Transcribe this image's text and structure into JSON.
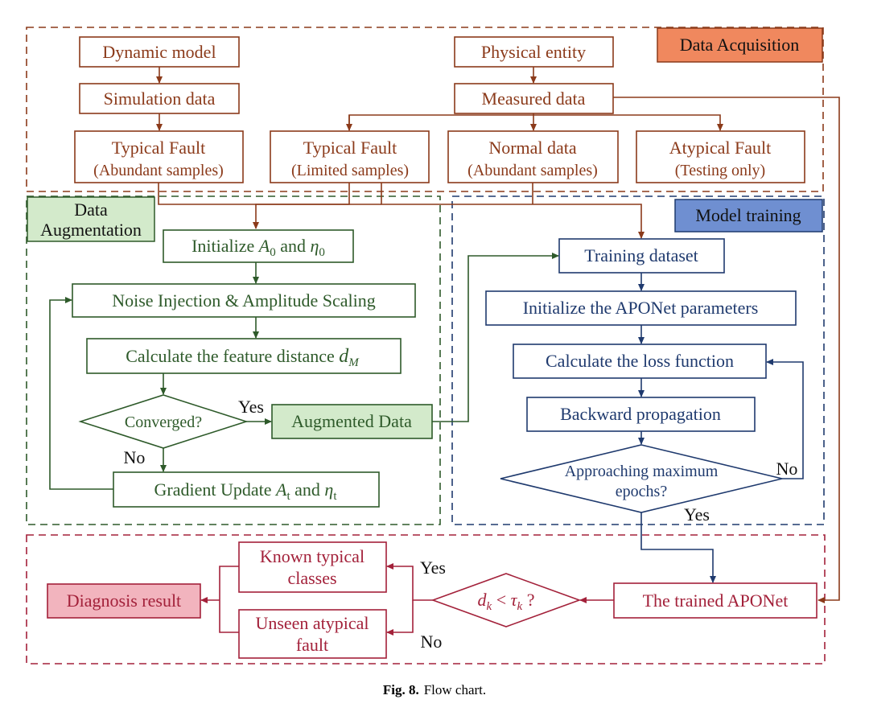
{
  "colors": {
    "acquisition": "#8B3A1A",
    "augmentation": "#2E5A2A",
    "training": "#1F3A6E",
    "diagnosis": "#A3213A",
    "acq_label_fill": "#F0885E",
    "aug_label_fill": "#D3EACB",
    "train_label_fill": "#6F8FD1",
    "diag_result_fill": "#F2B4BE"
  },
  "sections": {
    "acquisition": "Data Acquisition",
    "augmentation_line1": "Data",
    "augmentation_line2": "Augmentation",
    "training": "Model training"
  },
  "acquisition": {
    "dynamic_model": "Dynamic model",
    "simulation_data": "Simulation data",
    "physical_entity": "Physical entity",
    "measured_data": "Measured data",
    "typical_fault_sim_line1": "Typical Fault",
    "typical_fault_sim_line2": "(Abundant samples)",
    "typical_fault_meas_line1": "Typical Fault",
    "typical_fault_meas_line2": "(Limited samples)",
    "normal_line1": "Normal data",
    "normal_line2": "(Abundant samples)",
    "atypical_line1": "Atypical Fault",
    "atypical_line2": "(Testing only)"
  },
  "augmentation": {
    "init_prefix": "Initialize",
    "init_a": "A",
    "init_a_sub": "0",
    "init_and": "and",
    "init_eta": "η",
    "init_eta_sub": "0",
    "noise": "Noise Injection & Amplitude Scaling",
    "feature_prefix": "Calculate the feature distance",
    "feature_d": "d",
    "feature_sub": "M",
    "converged": "Converged?",
    "yes": "Yes",
    "no": "No",
    "augmented": "Augmented Data",
    "grad_prefix": "Gradient Update",
    "grad_a": "A",
    "grad_a_sub": "t",
    "grad_and": "and",
    "grad_eta": "η",
    "grad_eta_sub": "t"
  },
  "training": {
    "dataset": "Training dataset",
    "init_params": "Initialize the APONet parameters",
    "loss": "Calculate the loss function",
    "backward": "Backward propagation",
    "approach_line1": "Approaching maximum",
    "approach_line2": "epochs?",
    "yes": "Yes",
    "no": "No"
  },
  "diagnosis": {
    "trained": "The trained APONet",
    "cond_d": "d",
    "cond_d_sub": "k",
    "cond_lt": "<",
    "cond_tau": "τ",
    "cond_tau_sub": "k",
    "cond_q": "?",
    "yes": "Yes",
    "no": "No",
    "known_line1": "Known typical",
    "known_line2": "classes",
    "unseen_line1": "Unseen atypical",
    "unseen_line2": "fault",
    "result": "Diagnosis result"
  },
  "caption": {
    "label": "Fig. 8.",
    "text": "Flow chart."
  }
}
